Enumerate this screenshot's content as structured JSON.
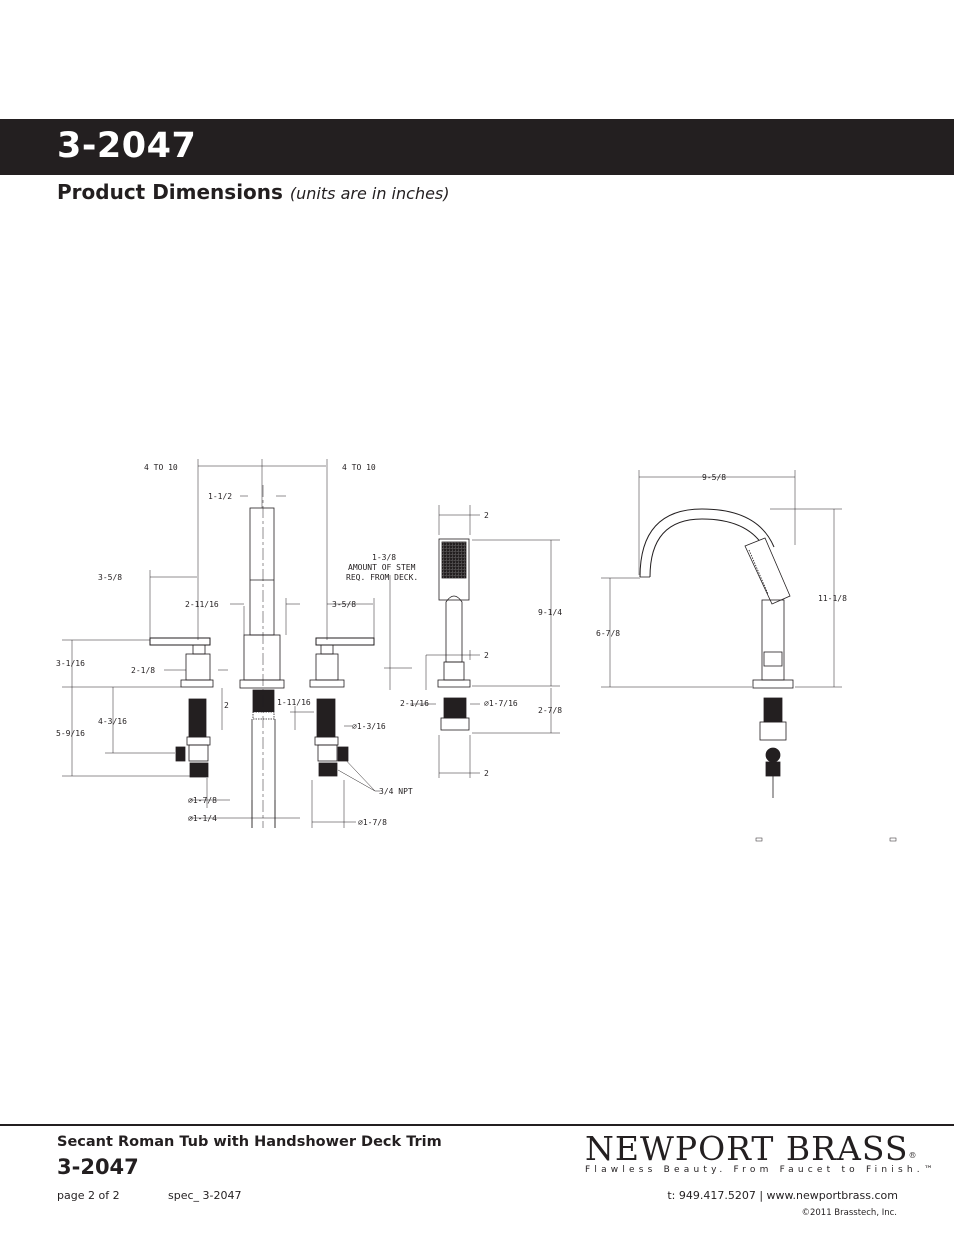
{
  "header": {
    "model": "3-2047",
    "section_title": "Product Dimensions",
    "units_note": "(units are in inches)"
  },
  "drawing": {
    "labels": {
      "l_4to10_a": "4 TO 10",
      "l_4to10_b": "4 TO 10",
      "l_1_1_2": "1-1/2",
      "l_3_5_8_a": "3-5/8",
      "l_2_11_16": "2-11/16",
      "l_3_5_8_b": "3-5/8",
      "l_1_3_8": "1-3/8",
      "l_stem_1": "AMOUNT OF STEM",
      "l_stem_2": "REQ. FROM DECK.",
      "l_3_1_16": "3-1/16",
      "l_2_1_8": "2-1/8",
      "l_1_11_16": "1-11/16",
      "l_5_9_16": "5-9/16",
      "l_4_3_16": "4-3/16",
      "l_d1_3_16": "⌀1-3/16",
      "l_d1_7_8_a": "⌀1-7/8",
      "l_d1_1_4": "⌀1-1/4",
      "l_d1_7_8_b": "⌀1-7/8",
      "l_3_4_npt": "3/4 NPT",
      "l_2_a": "2",
      "l_9_1_4": "9-1/4",
      "l_2_b": "2",
      "l_2_1_16": "2-1/16",
      "l_d1_7_16": "⌀1-7/16",
      "l_2_7_8": "2-7/8",
      "l_2_c": "2",
      "l_2_d": "2",
      "l_9_5_8": "9-5/8",
      "l_11_1_8": "11-1/8",
      "l_6_7_8": "6-7/8"
    }
  },
  "footer": {
    "product_description": "Secant Roman Tub with Handshower Deck Trim",
    "model": "3-2047",
    "page": "page 2 of 2",
    "spec": "spec_ 3-2047",
    "brand": "NEWPORT BRASS",
    "brand_mark": "®",
    "tagline": "Flawless Beauty. From Faucet to Finish.™",
    "contact": "t: 949.417.5207 | www.newportbrass.com",
    "copyright": "©2011 Brasstech, Inc."
  }
}
